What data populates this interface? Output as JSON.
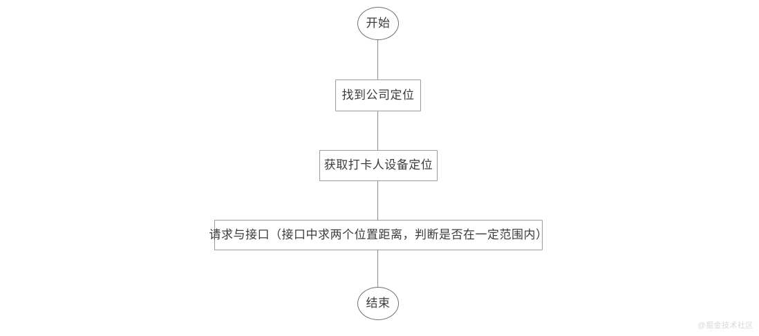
{
  "diagram": {
    "type": "flowchart",
    "orientation": "vertical",
    "background_color": "#ffffff",
    "node_stroke_color": "#9a9a9a",
    "terminal_stroke_color": "#6f6f6f",
    "connector_color": "#8c8c8c",
    "text_color": "#3b3b3b",
    "nodes": [
      {
        "id": "start",
        "shape": "ellipse",
        "label": "开始"
      },
      {
        "id": "find-company",
        "shape": "rectangle",
        "label": "找到公司定位"
      },
      {
        "id": "get-device",
        "shape": "rectangle",
        "label": "获取打卡人设备定位"
      },
      {
        "id": "request-api",
        "shape": "rectangle",
        "label": "请求与接口（接口中求两个位置距离，判断是否在一定范围内）"
      },
      {
        "id": "end",
        "shape": "ellipse",
        "label": "结束"
      }
    ],
    "edges": [
      {
        "from": "start",
        "to": "find-company"
      },
      {
        "from": "find-company",
        "to": "get-device"
      },
      {
        "from": "get-device",
        "to": "request-api"
      },
      {
        "from": "request-api",
        "to": "end"
      }
    ]
  },
  "watermark": {
    "text": "@掘金技术社区"
  }
}
